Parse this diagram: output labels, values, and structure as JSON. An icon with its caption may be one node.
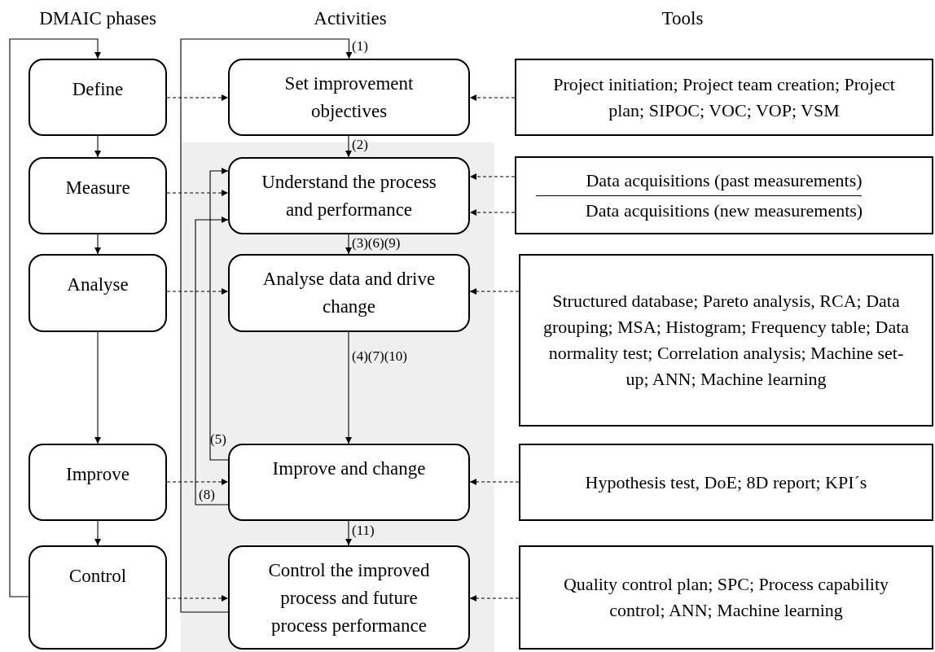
{
  "diagram": {
    "nodes": [
      {
        "text": [
          "Define"
        ]
      },
      {
        "text": [
          "Measure"
        ]
      },
      {
        "text": [
          "Analyse"
        ]
      },
      {
        "text": [
          "Improve"
        ]
      },
      {
        "text": [
          "Control"
        ]
      },
      {
        "text": [
          "Set improvement objectives"
        ]
      },
      {
        "text": [
          "Understand the process and performance"
        ]
      },
      {
        "text": [
          "Analyse data and drive change"
        ]
      },
      {
        "text": [
          "Improve and change"
        ]
      },
      {
        "text": [
          "Control the improved process and future process performance"
        ]
      },
      {
        "text": [
          "Project initiation; Project team creation; Project plan; SIPOC; VOC; VOP; VSM"
        ]
      },
      {
        "text": [
          "Data acquisitions (past measurements)",
          "Data acquisitions (new measurements)"
        ]
      },
      {
        "text": [
          "Structured database; Pareto analysis, RCA; Data grouping; MSA; Histogram; Frequency table; Data normality test; Correlation analysis; Machine set-up; ANN; Machine learning"
        ]
      },
      {
        "text": [
          "Hypothesis test, DoE; 8D report; KPI´s"
        ]
      },
      {
        "text": [
          "Quality control plan; SPC; Process capability control; ANN; Machine learning"
        ]
      }
    ],
    "edges": [
      {
        "from": 0,
        "to": 1,
        "arrow": "to"
      },
      {
        "from": 1,
        "to": 2,
        "arrow": "to"
      },
      {
        "from": 2,
        "to": 3,
        "arrow": "to"
      },
      {
        "from": 3,
        "to": 4,
        "arrow": "to"
      },
      {
        "from": 4,
        "to": 0,
        "arrow": "to"
      },
      {
        "from": 0,
        "to": 5,
        "arrow": "to",
        "style": "dashed"
      },
      {
        "from": 1,
        "to": 6,
        "arrow": "to",
        "style": "dashed"
      },
      {
        "from": 2,
        "to": 7,
        "arrow": "to",
        "style": "dashed"
      },
      {
        "from": 3,
        "to": 8,
        "arrow": "to",
        "style": "dashed"
      },
      {
        "from": 4,
        "to": 9,
        "arrow": "to",
        "style": "dashed"
      },
      {
        "from": 10,
        "to": 5,
        "arrow": "to",
        "style": "dashed"
      },
      {
        "from": 11,
        "to": 6,
        "arrow": "to",
        "style": "dashed"
      },
      {
        "from": 11,
        "to": 6,
        "arrow": "to",
        "style": "dashed"
      },
      {
        "from": 12,
        "to": 7,
        "arrow": "to",
        "style": "dashed"
      },
      {
        "from": 13,
        "to": 8,
        "arrow": "to",
        "style": "dashed"
      },
      {
        "from": 14,
        "to": 9,
        "arrow": "to",
        "style": "dashed"
      },
      {
        "from": 9,
        "to": 5,
        "arrow": "to",
        "label": "(1)"
      },
      {
        "from": 5,
        "to": 6,
        "arrow": "to",
        "label": "(2)"
      },
      {
        "from": 6,
        "to": 7,
        "arrow": "to",
        "label": "(3)(6)(9)"
      },
      {
        "from": 7,
        "to": 8,
        "arrow": "to",
        "label": "(4)(7)(10)"
      },
      {
        "from": 8,
        "to": 6,
        "arrow": "to",
        "label": "(5)"
      },
      {
        "from": 8,
        "to": 6,
        "arrow": "to",
        "label": "(8)"
      },
      {
        "from": 8,
        "to": 9,
        "arrow": "to",
        "label": "(11)"
      }
    ],
    "labels": [
      "DMAIC phases",
      "Activities",
      "Tools"
    ]
  }
}
